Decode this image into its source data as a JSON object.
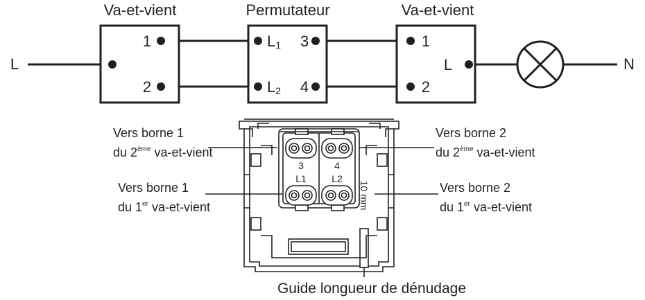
{
  "diagram": {
    "switch_left": {
      "title": "Va-et-vient",
      "terminals": [
        "1",
        "2"
      ]
    },
    "permutator": {
      "title": "Permutateur",
      "terminal_l1_main": "L",
      "terminal_l1_sub": "1",
      "terminal_l2_main": "L",
      "terminal_l2_sub": "2",
      "terminal_3": "3",
      "terminal_4": "4"
    },
    "switch_right": {
      "title": "Va-et-vient",
      "terminals": [
        "1",
        "2"
      ],
      "terminal_l": "L"
    },
    "line_label": "L",
    "neutral_label": "N",
    "lamp_icon": "lamp-cross-icon"
  },
  "device": {
    "hole_labels": {
      "top_left": "3",
      "top_right": "4",
      "bottom_left": "L1",
      "bottom_right": "L2"
    },
    "strip_length": "10 mm",
    "callouts": {
      "top_left": {
        "line1": "Vers borne 1",
        "line2_before": "du 2",
        "line2_sup": "ème",
        "line2_after": " va-et-vient"
      },
      "bottom_left": {
        "line1": "Vers borne 1",
        "line2_before": "du 1",
        "line2_sup": "er",
        "line2_after": " va-et-vient"
      },
      "top_right": {
        "line1": "Vers borne 2",
        "line2_before": "du 2",
        "line2_sup": "ème",
        "line2_after": " va-et-vient"
      },
      "bottom_right": {
        "line1": "Vers borne 2",
        "line2_before": "du 1",
        "line2_sup": "er",
        "line2_after": " va-et-vient"
      }
    },
    "guide_label": "Guide longueur de dénudage"
  }
}
